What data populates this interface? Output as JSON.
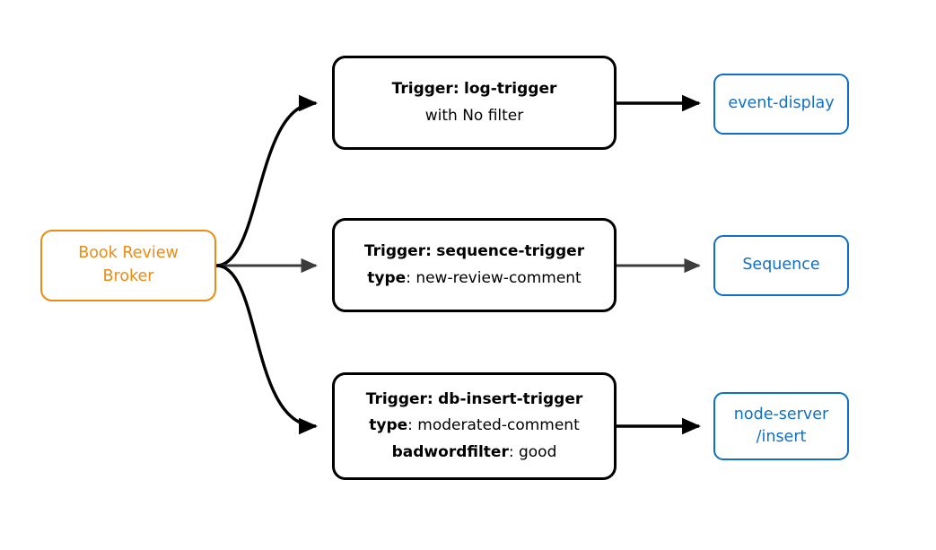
{
  "diagram": {
    "type": "event-broker-trigger-flow",
    "background": "#ffffff",
    "colors": {
      "source_accent": "#ed8b12",
      "target_accent": "#1070c8",
      "trigger_border": "#000000",
      "edge_black": "#000000",
      "edge_gray": "#3c3c3c"
    }
  },
  "source": {
    "name": "book-review-broker",
    "line1": "Book Review",
    "line2": "Broker"
  },
  "triggers": [
    {
      "id": "log-trigger",
      "title_key": "Trigger:",
      "title_value": "log-trigger",
      "detail_key": "",
      "detail_value": "with No filter",
      "extra_key": "",
      "extra_value": ""
    },
    {
      "id": "sequence-trigger",
      "title_key": "Trigger:",
      "title_value": "sequence-trigger",
      "detail_key": "type",
      "detail_value": ": new-review-comment",
      "extra_key": "",
      "extra_value": ""
    },
    {
      "id": "db-insert-trigger",
      "title_key": "Trigger:",
      "title_value": "db-insert-trigger",
      "detail_key": "type",
      "detail_value": ": moderated-comment",
      "extra_key": "badwordfilter",
      "extra_value": ": good"
    }
  ],
  "targets": [
    {
      "id": "event-display",
      "line1": "event-display",
      "line2": ""
    },
    {
      "id": "sequence",
      "line1": "Sequence",
      "line2": ""
    },
    {
      "id": "node-server-insert",
      "line1": "node-server",
      "line2": "/insert"
    }
  ],
  "edges": [
    {
      "id": "broker-to-log-trigger",
      "style": "curved",
      "color": "#000000"
    },
    {
      "id": "broker-to-sequence-trigger",
      "style": "straight",
      "color": "#3c3c3c"
    },
    {
      "id": "broker-to-db-insert-trigger",
      "style": "curved",
      "color": "#000000"
    },
    {
      "id": "log-trigger-to-event-display",
      "style": "straight",
      "color": "#000000"
    },
    {
      "id": "sequence-trigger-to-sequence",
      "style": "straight",
      "color": "#3c3c3c"
    },
    {
      "id": "db-insert-trigger-to-node-server",
      "style": "straight",
      "color": "#000000"
    }
  ]
}
